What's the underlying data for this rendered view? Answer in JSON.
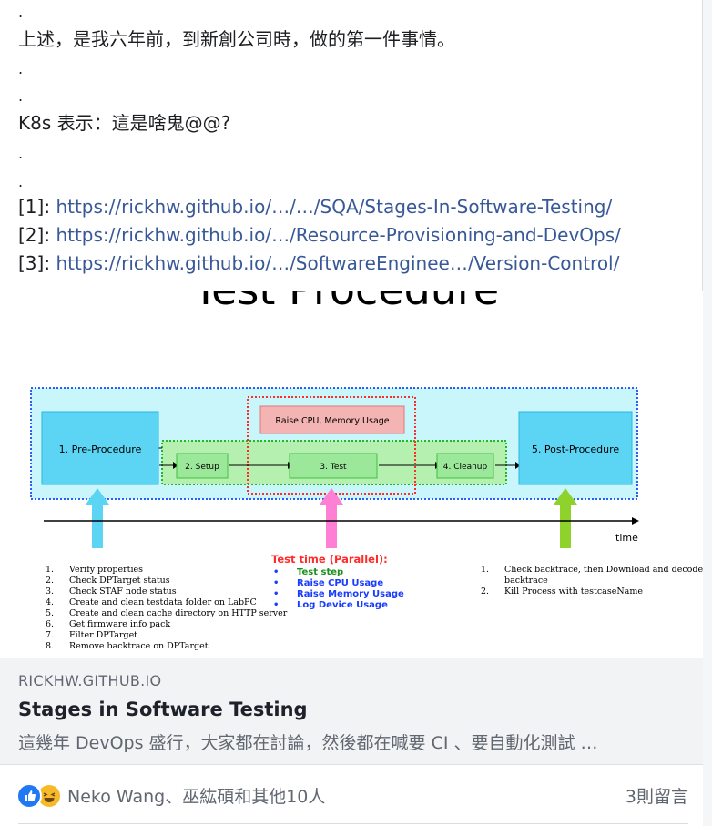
{
  "post": {
    "dot": ".",
    "line_intro": "上述，是我六年前，到新創公司時，做的第一件事情。",
    "line_k8s": "K8s 表示：這是啥鬼@@?",
    "refs": [
      {
        "label": "[1]: ",
        "url": "https://rickhw.github.io/…/…/SQA/Stages-In-Software-Testing/"
      },
      {
        "label": "[2]: ",
        "url": "https://rickhw.github.io/…/Resource-Provisioning-and-DevOps/"
      },
      {
        "label": "[3]: ",
        "url": "https://rickhw.github.io/…/SoftwareEnginee…/Version-Control/"
      }
    ]
  },
  "diagram": {
    "title": "Test Procedure",
    "pre_procedure": "1. Pre-Procedure",
    "setup": "2. Setup",
    "test": "3. Test",
    "cleanup": "4. Cleanup",
    "post_procedure": "5. Post-Procedure",
    "raise_box": "Raise CPU, Memory Usage",
    "time_label": "time",
    "pre_steps": [
      "Verify properties",
      "Check DPTarget status",
      "Check STAF node status",
      "Create and clean testdata folder on LabPC",
      "Create and clean cache directory on HTTP server",
      "Get firmware info pack",
      "Filter DPTarget",
      "Remove backtrace on DPTarget"
    ],
    "parallel_title": "Test time (Parallel):",
    "parallel_items": [
      "Test step",
      "Raise CPU Usage",
      "Raise Memory Usage",
      "Log Device Usage"
    ],
    "post_steps": [
      "Check backtrace, then Download and decode backtrace",
      "Kill Process with testcaseName"
    ],
    "colors": {
      "cyan": "#66d9f5",
      "green": "#6fd36b",
      "pink": "#ff7fd4",
      "red": "#ff2a2a",
      "blue": "#1a3cff"
    }
  },
  "link_preview": {
    "domain": "RICKHW.GITHUB.IO",
    "title": "Stages in Software Testing",
    "description": "這幾年 DevOps 盛行，大家都在討論，然後都在喊要 CI 、要自動化測試 …"
  },
  "reactions": {
    "icons": [
      "like-icon",
      "haha-icon"
    ],
    "names": "Neko Wang、巫紘碩和其他10人",
    "comments": "3則留言"
  }
}
